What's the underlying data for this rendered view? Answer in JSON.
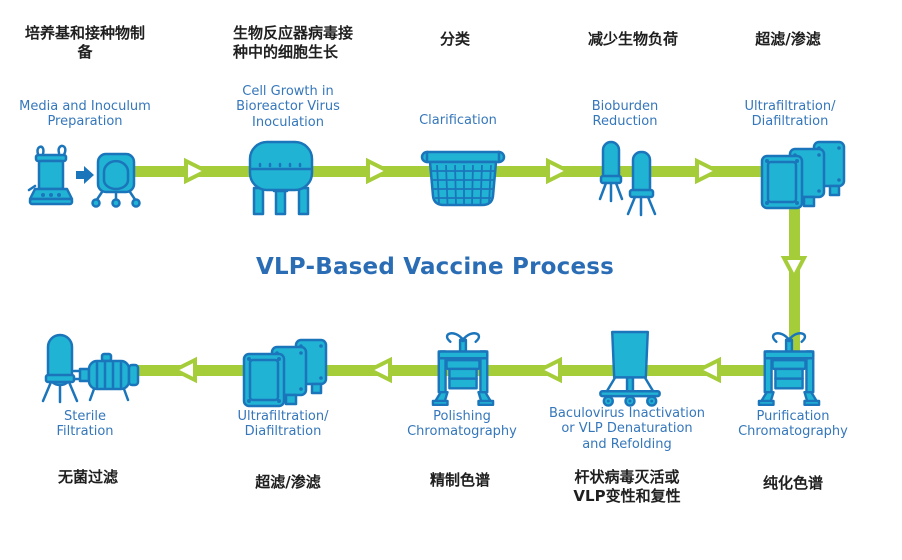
{
  "title": "VLP-Based Vaccine Process",
  "colors": {
    "arrow_green": "#a5cd39",
    "icon_fill": "#21b3d4",
    "icon_stroke": "#1b75bb",
    "label_blue": "#3577bb",
    "title_blue": "#2a6db5",
    "text_dark": "#1f1f1f",
    "bg": "#ffffff"
  },
  "top_row": {
    "direction": "left-to-right",
    "stages": [
      {
        "zh": "培养基和接种物制\n备",
        "en": "Media and Inoculum\nPreparation",
        "icon": "media-inoculum-icon"
      },
      {
        "zh": "生物反应器病毒接\n种中的细胞生长",
        "en": "Cell Growth in\nBioreactor Virus\nInoculation",
        "icon": "bioreactor-icon"
      },
      {
        "zh": "分类",
        "en": "Clarification",
        "icon": "clarification-basket-icon"
      },
      {
        "zh": "减少生物负荷",
        "en": "Bioburden\nReduction",
        "icon": "bioburden-filter-columns-icon"
      },
      {
        "zh": "超滤/渗滤",
        "en": "Ultrafiltration/\nDiafiltration",
        "icon": "ultrafiltration-cassettes-icon"
      }
    ]
  },
  "bottom_row": {
    "direction": "right-to-left",
    "stages": [
      {
        "zh": "无菌过滤",
        "en": "Sterile\nFiltration",
        "icon": "sterile-filtration-icon"
      },
      {
        "zh": "超滤/渗滤",
        "en": "Ultrafiltration/\nDiafiltration",
        "icon": "ultrafiltration-cassettes-icon"
      },
      {
        "zh": "精制色谱",
        "en": "Polishing\nChromatography",
        "icon": "chromatography-press-icon"
      },
      {
        "zh": "杆状病毒灭活或\nVLP变性和复性",
        "en": "Baculovirus Inactivation\nor VLP Denaturation\nand Refolding",
        "icon": "inactivation-tank-icon"
      },
      {
        "zh": "纯化色谱",
        "en": "Purification\nChromatography",
        "icon": "chromatography-press-icon"
      }
    ]
  }
}
